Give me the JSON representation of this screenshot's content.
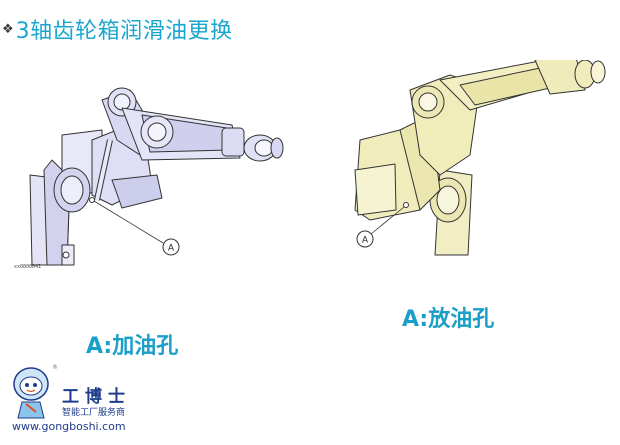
{
  "slide": {
    "bullet": "❖",
    "title": "3轴齿轮箱润滑油更换"
  },
  "figure_left": {
    "callout_label": "A",
    "drawing_code": "xx0800041"
  },
  "figure_right": {
    "callout_label": "A"
  },
  "captions": {
    "right": "A:放油孔",
    "left": "A:加油孔"
  },
  "brand": {
    "name": "工博士",
    "slogan": "智能工厂服务商",
    "url": "www.gongboshi.com",
    "reg": "®"
  },
  "colors": {
    "title": "#1aa6cf",
    "caption": "#1a9fc9",
    "robot_left_fill": "#dcdcf4",
    "robot_right_fill": "#f4f0c0",
    "brand": "#1e3c8c"
  }
}
